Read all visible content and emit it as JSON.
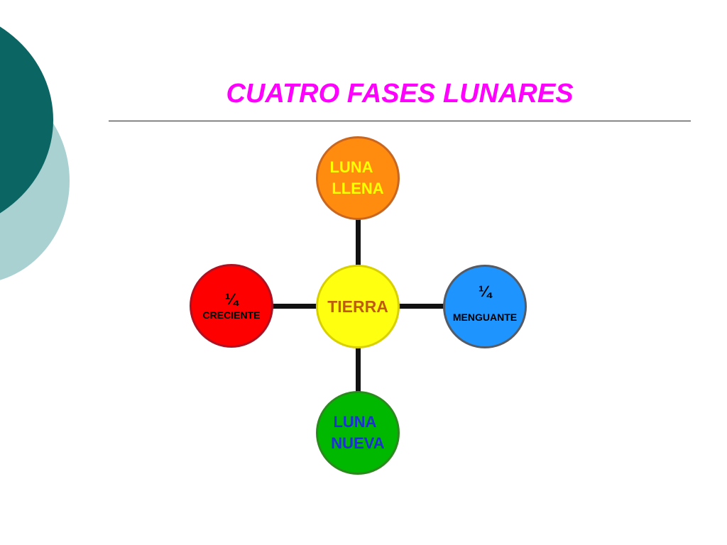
{
  "title": "CUATRO FASES LUNARES",
  "center": {
    "label": "TIERRA",
    "color": "#ffff10"
  },
  "phases": {
    "top": {
      "line1": "LUNA",
      "line2": "LLENA",
      "color": "#ff8c0e"
    },
    "right": {
      "fraction": "¼",
      "label": "MENGUANTE",
      "color": "#1e94ff"
    },
    "bottom": {
      "line1": "LUNA",
      "line2": "NUEVA",
      "color": "#00b800"
    },
    "left": {
      "fraction": "¼",
      "label": "CRECIENTE",
      "color": "#ff0000"
    }
  },
  "colors": {
    "title": "#ff00ff",
    "decor_dark": "#0b6563",
    "decor_light": "#a9d1d2",
    "connector": "#111111"
  }
}
